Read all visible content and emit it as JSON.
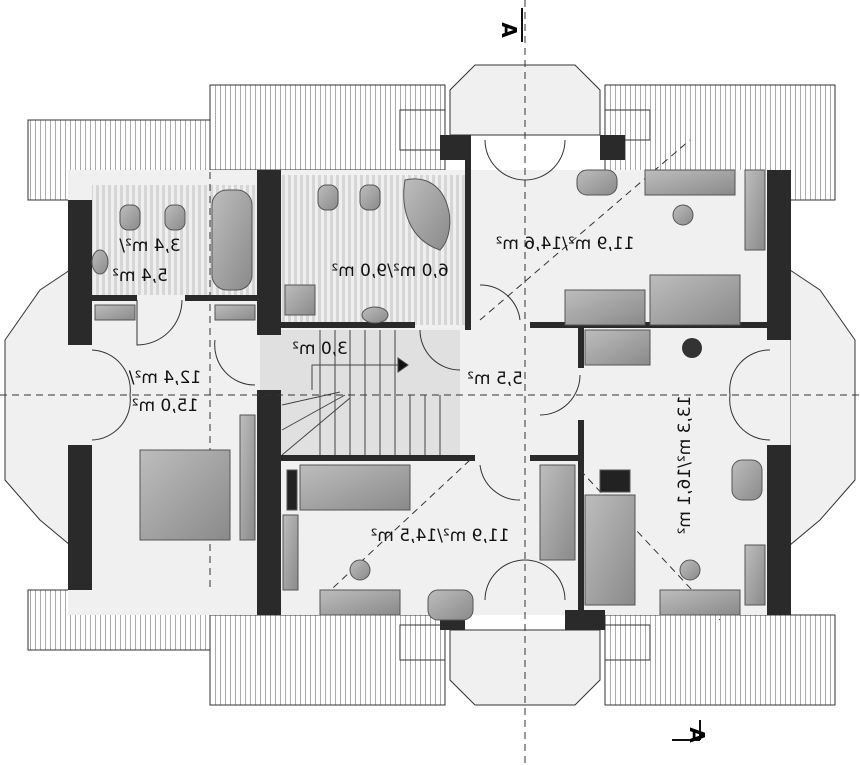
{
  "rooms": [
    {
      "name": "bathroom-small",
      "line1": "3,4 m²/",
      "line2": "5,4 m²"
    },
    {
      "name": "bathroom-large",
      "line1": "6,0 m²/9,0 m²"
    },
    {
      "name": "bedroom-top-right",
      "line1": "11,9 m²/14,6 m²"
    },
    {
      "name": "landing",
      "line1": "3,0 m²"
    },
    {
      "name": "hall",
      "line1": "5,5 m²"
    },
    {
      "name": "bedroom-left",
      "line1": "12,4 m²/",
      "line2": "15,0 m²"
    },
    {
      "name": "bedroom-bottom-center",
      "line1": "11,9 m²/14,5 m²"
    },
    {
      "name": "bedroom-bottom-right",
      "line1": "13,3 m²/16,1 m²"
    }
  ],
  "section_marks": {
    "top": "A",
    "bottom": "A"
  },
  "colors": {
    "wall": "#2a2a2a",
    "floor": "#f0f0f0",
    "roof": "#ffffff",
    "furniture": "#9a9a9a",
    "tile": "#d8d8d8"
  }
}
